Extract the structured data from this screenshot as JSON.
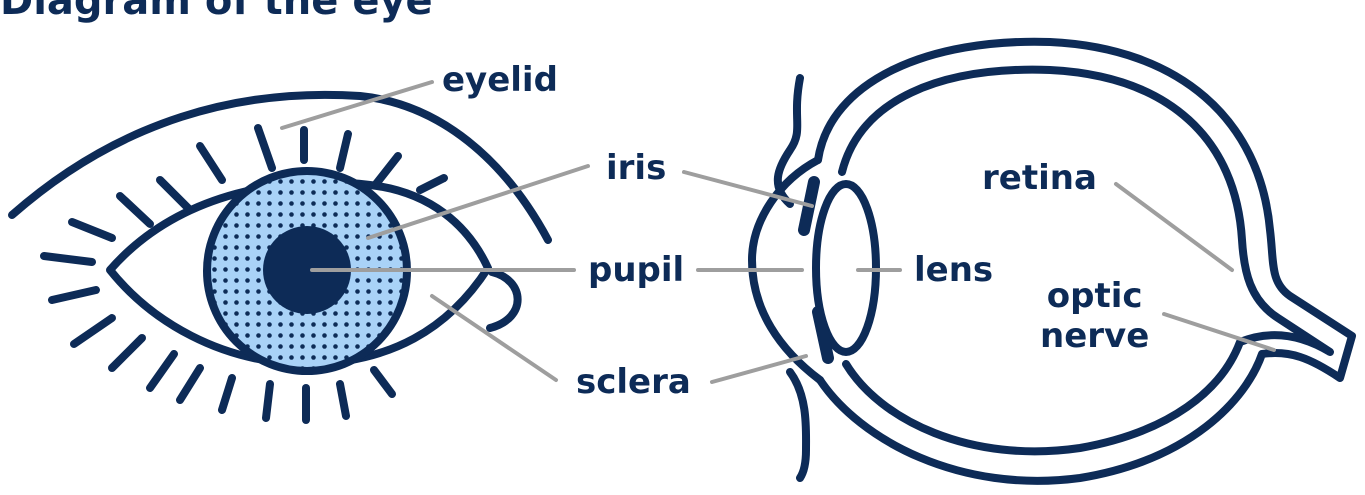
{
  "title": "Diagram of the eye",
  "colors": {
    "outline": "#0d2b57",
    "iris_fill": "#a9d2f7",
    "pupil": "#0d2b57",
    "leader_line": "#9e9e9e"
  },
  "labels": {
    "eyelid": "eyelid",
    "iris": "iris",
    "pupil": "pupil",
    "sclera": "sclera",
    "lens": "lens",
    "retina": "retina",
    "optic_line1": "optic",
    "optic_line2": "nerve"
  }
}
